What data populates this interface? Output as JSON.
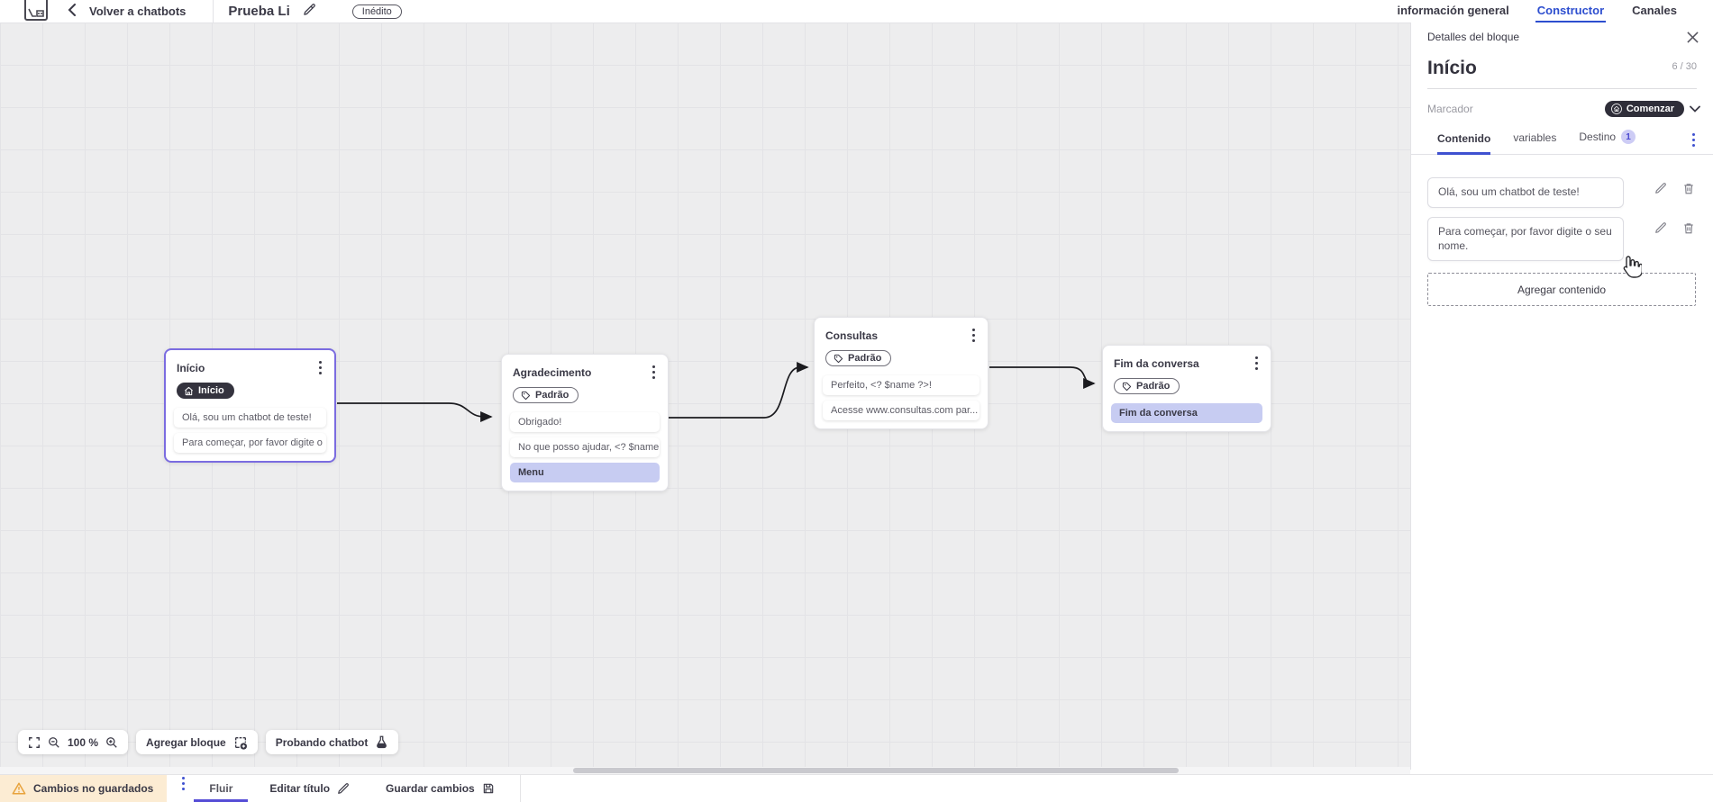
{
  "topbar": {
    "back_label": "Volver a chatbots",
    "title": "Prueba Li",
    "status_badge": "Inédito",
    "tabs": [
      {
        "label": "información general",
        "active": false
      },
      {
        "label": "Constructor",
        "active": true
      },
      {
        "label": "Canales",
        "active": false
      }
    ]
  },
  "panel": {
    "header": "Detalles del bloque",
    "block_title": "Início",
    "counter": "6 / 30",
    "marcador_label": "Marcador",
    "marcador_value": "Comenzar",
    "tabs": [
      {
        "label": "Contenido",
        "active": true
      },
      {
        "label": "variables",
        "active": false
      },
      {
        "label": "Destino",
        "badge": "1",
        "active": false
      }
    ],
    "contents": [
      "Olá, sou um chatbot de teste!",
      "Para começar, por favor digite o seu nome."
    ],
    "add_content_label": "Agregar contenido"
  },
  "canvas": {
    "blocks": [
      {
        "title": "Início",
        "badge": "Início",
        "badge_type": "start",
        "selected": true,
        "rows": [
          {
            "text": "Olá, sou um chatbot de teste!"
          },
          {
            "text": "Para começar, por favor digite o ..."
          }
        ]
      },
      {
        "title": "Agradecimento",
        "badge": "Padrão",
        "badge_type": "default",
        "rows": [
          {
            "text": "Obrigado!"
          },
          {
            "text": "No que posso ajudar, <? $name ..."
          },
          {
            "text": "Menu",
            "highlight": true
          }
        ]
      },
      {
        "title": "Consultas",
        "badge": "Padrão",
        "badge_type": "default",
        "rows": [
          {
            "text": "Perfeito, <? $name ?>!"
          },
          {
            "text": "Acesse www.consultas.com par..."
          }
        ]
      },
      {
        "title": "Fim da conversa",
        "badge": "Padrão",
        "badge_type": "default",
        "rows": [
          {
            "text": "Fim da conversa",
            "highlight": true
          }
        ]
      }
    ],
    "toolbar": {
      "zoom_level": "100 %",
      "add_block_label": "Agregar bloque",
      "test_label": "Probando chatbot"
    }
  },
  "bottombar": {
    "unsaved_label": "Cambios no guardados",
    "flow_tab": "Fluir",
    "edit_title_label": "Editar título",
    "save_label": "Guardar cambios"
  },
  "icons": {
    "app_logo": "logo-box",
    "badge_start": "house-icon",
    "badge_default": "tag-icon",
    "edit": "pencil-icon",
    "delete": "trash-icon",
    "warning": "warning-triangle-icon",
    "save": "floppy-icon",
    "test": "flask-icon"
  },
  "colors": {
    "accent_blue": "#2d4ecf",
    "accent_violet": "#564dd6",
    "selected_block_border": "#7b6ce0",
    "dark_pill": "#2f2e39",
    "highlight_row": "#c7ccf2",
    "unsaved_bg": "#fcecd3",
    "canvas_bg": "#ededee"
  }
}
